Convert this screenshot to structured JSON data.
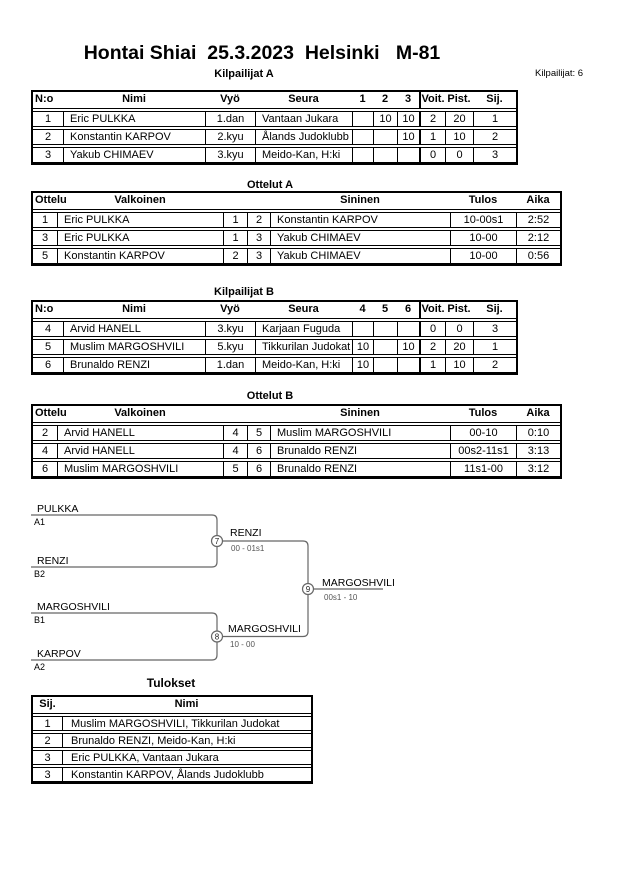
{
  "page": {
    "title": "Hontai Shiai  25.3.2023  Helsinki   M-81",
    "competitors_label": "Kilpailijat: 6"
  },
  "kilpailijat_a": {
    "title": "Kilpailijat A",
    "h": {
      "no": "N:o",
      "nimi": "Nimi",
      "vyo": "Vyö",
      "seura": "Seura",
      "m1": "1",
      "m2": "2",
      "m3": "3",
      "voit": "Voit.",
      "pist": "Pist.",
      "sij": "Sij."
    },
    "rows": [
      {
        "no": "1",
        "nimi": "Eric PULKKA",
        "vyo": "1.dan",
        "seura": "Vantaan Jukara",
        "m1": "",
        "m2": "10",
        "m3": "10",
        "voit": "2",
        "pist": "20",
        "sij": "1"
      },
      {
        "no": "2",
        "nimi": "Konstantin KARPOV",
        "vyo": "2.kyu",
        "seura": "Ålands Judoklubb",
        "m1": "",
        "m2": "",
        "m3": "10",
        "voit": "1",
        "pist": "10",
        "sij": "2"
      },
      {
        "no": "3",
        "nimi": "Yakub CHIMAEV",
        "vyo": "3.kyu",
        "seura": "Meido-Kan, H:ki",
        "m1": "",
        "m2": "",
        "m3": "",
        "voit": "0",
        "pist": "0",
        "sij": "3"
      }
    ]
  },
  "ottelut_a": {
    "title": "Ottelut A",
    "h": {
      "ottelu": "Ottelu",
      "valkoinen": "Valkoinen",
      "sininen": "Sininen",
      "tulos": "Tulos",
      "aika": "Aika"
    },
    "rows": [
      {
        "no": "1",
        "valkoinen": "Eric PULKKA",
        "wno": "1",
        "bno": "2",
        "sininen": "Konstantin KARPOV",
        "tulos": "10-00s1",
        "aika": "2:52"
      },
      {
        "no": "3",
        "valkoinen": "Eric PULKKA",
        "wno": "1",
        "bno": "3",
        "sininen": "Yakub CHIMAEV",
        "tulos": "10-00",
        "aika": "2:12"
      },
      {
        "no": "5",
        "valkoinen": "Konstantin KARPOV",
        "wno": "2",
        "bno": "3",
        "sininen": "Yakub CHIMAEV",
        "tulos": "10-00",
        "aika": "0:56"
      }
    ]
  },
  "kilpailijat_b": {
    "title": "Kilpailijat B",
    "h": {
      "no": "N:o",
      "nimi": "Nimi",
      "vyo": "Vyö",
      "seura": "Seura",
      "m1": "4",
      "m2": "5",
      "m3": "6",
      "voit": "Voit.",
      "pist": "Pist.",
      "sij": "Sij."
    },
    "rows": [
      {
        "no": "4",
        "nimi": "Arvid HANELL",
        "vyo": "3.kyu",
        "seura": "Karjaan Fuguda",
        "m1": "",
        "m2": "",
        "m3": "",
        "voit": "0",
        "pist": "0",
        "sij": "3"
      },
      {
        "no": "5",
        "nimi": "Muslim MARGOSHVILI",
        "vyo": "5.kyu",
        "seura": "Tikkurilan Judokat",
        "m1": "10",
        "m2": "",
        "m3": "10",
        "voit": "2",
        "pist": "20",
        "sij": "1"
      },
      {
        "no": "6",
        "nimi": "Brunaldo RENZI",
        "vyo": "1.dan",
        "seura": "Meido-Kan, H:ki",
        "m1": "10",
        "m2": "",
        "m3": "",
        "voit": "1",
        "pist": "10",
        "sij": "2"
      }
    ]
  },
  "ottelut_b": {
    "title": "Ottelut B",
    "h": {
      "ottelu": "Ottelu",
      "valkoinen": "Valkoinen",
      "sininen": "Sininen",
      "tulos": "Tulos",
      "aika": "Aika"
    },
    "rows": [
      {
        "no": "2",
        "valkoinen": "Arvid HANELL",
        "wno": "4",
        "bno": "5",
        "sininen": "Muslim MARGOSHVILI",
        "tulos": "00-10",
        "aika": "0:10"
      },
      {
        "no": "4",
        "valkoinen": "Arvid HANELL",
        "wno": "4",
        "bno": "6",
        "sininen": "Brunaldo RENZI",
        "tulos": "00s2-11s1",
        "aika": "3:13"
      },
      {
        "no": "6",
        "valkoinen": "Muslim MARGOSHVILI",
        "wno": "5",
        "bno": "6",
        "sininen": "Brunaldo RENZI",
        "tulos": "11s1-00",
        "aika": "3:12"
      }
    ]
  },
  "bracket": {
    "slots": [
      {
        "name": "PULKKA",
        "seed": "A1"
      },
      {
        "name": "RENZI",
        "seed": "B2"
      },
      {
        "name": "MARGOSHVILI",
        "seed": "B1"
      },
      {
        "name": "KARPOV",
        "seed": "A2"
      }
    ],
    "m7": {
      "n": "7",
      "winner": "RENZI",
      "score": "00 - 01s1"
    },
    "m8": {
      "n": "8",
      "winner": "MARGOSHVILI",
      "score": "10 - 00"
    },
    "m9": {
      "n": "9",
      "winner": "MARGOSHVILI",
      "score": "00s1 - 10"
    }
  },
  "tulokset": {
    "title": "Tulokset",
    "h": {
      "sij": "Sij.",
      "nimi": "Nimi"
    },
    "rows": [
      {
        "sij": "1",
        "nimi": "Muslim MARGOSHVILI, Tikkurilan Judokat"
      },
      {
        "sij": "2",
        "nimi": "Brunaldo RENZI, Meido-Kan, H:ki"
      },
      {
        "sij": "3",
        "nimi": "Eric PULKKA, Vantaan Jukara"
      },
      {
        "sij": "3",
        "nimi": "Konstantin KARPOV, Ålands Judoklubb"
      }
    ]
  },
  "colors": {
    "table_border": "#000000",
    "bracket_line": "#666666"
  }
}
